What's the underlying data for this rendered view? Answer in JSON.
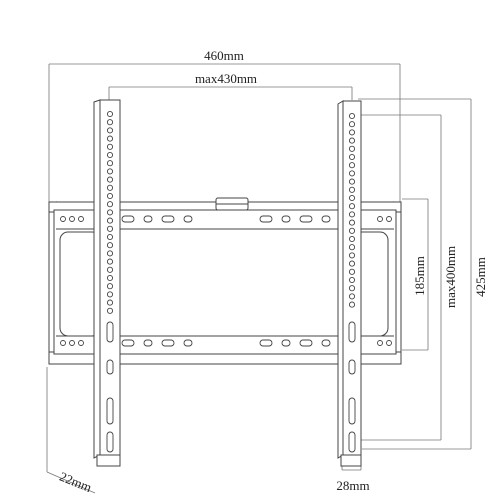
{
  "dimensions": {
    "overall_width": "460mm",
    "max_hole_width": "max430mm",
    "frame_height": "185mm",
    "max_hole_height": "max400mm",
    "overall_height": "425mm",
    "depth": "22mm",
    "arm_width": "28mm"
  },
  "colors": {
    "outline": "#444444",
    "dim_line": "#777777",
    "text": "#222222",
    "background": "#ffffff"
  }
}
